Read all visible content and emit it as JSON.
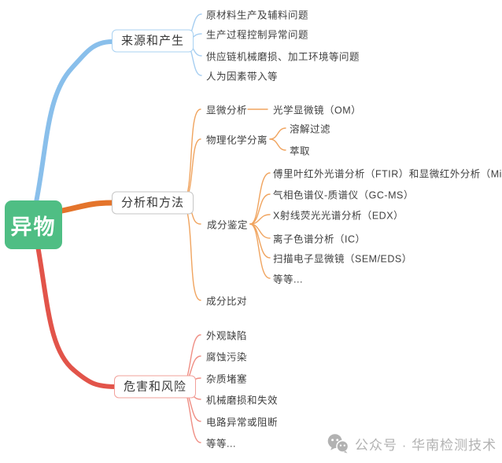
{
  "root": {
    "label": "异物",
    "color": "#4fbe84"
  },
  "branches": [
    {
      "label": "来源和产生",
      "line_color": "#89bfeb",
      "sub_line_color": "#a6cef1",
      "border_color": "#a9d2f2",
      "leaves": [
        "原材料生产及辅料问题",
        "生产过程控制异常问题",
        "供应链机械磨损、加工环境等问题",
        "人为因素带入等"
      ]
    },
    {
      "label": "分析和方法",
      "line_color": "#e4742b",
      "sub_line_color": "#f0a45f",
      "border_color": "#c6c6c6",
      "children": [
        {
          "label": "显微分析",
          "children": [
            "光学显微镜（OM）"
          ]
        },
        {
          "label": "物理化学分离",
          "children": [
            "溶解过滤",
            "萃取"
          ]
        },
        {
          "label": "成分鉴定",
          "children": [
            "傅里叶红外光谱分析（FTIR）和显微红外分析（Micro FTIR）",
            "气相色谱仪-质谱仪（GC-MS）",
            "X射线荧光光谱分析（EDX）",
            "离子色谱分析（IC）",
            "扫描电子显微镜（SEM/EDS）",
            "等等..."
          ]
        },
        {
          "label": "成分比对"
        }
      ]
    },
    {
      "label": "危害和风险",
      "line_color": "#e2544a",
      "sub_line_color": "#ef8e84",
      "border_color": "#f2a09a",
      "leaves": [
        "外观缺陷",
        "腐蚀污染",
        "杂质堵塞",
        "机械磨损和失效",
        "电路异常或阻断",
        "等等..."
      ]
    }
  ],
  "watermark": {
    "icon": "wechat-icon",
    "label": "公众号 · 华南检测技术",
    "color": "#b2b2b2"
  }
}
